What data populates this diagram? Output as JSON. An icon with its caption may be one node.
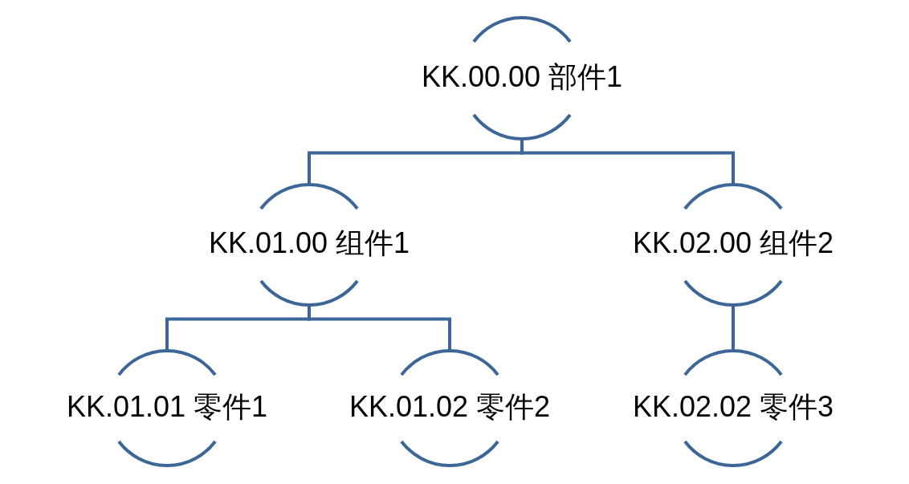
{
  "diagram": {
    "nodes": [
      {
        "text": [
          "KK.00.00 部件1"
        ]
      },
      {
        "text": [
          "KK.01.00 组件1"
        ]
      },
      {
        "text": [
          "KK.02.00 组件2"
        ]
      },
      {
        "text": [
          "KK.01.01 零件1"
        ]
      },
      {
        "text": [
          "KK.01.02 零件2"
        ]
      },
      {
        "text": [
          "KK.02.02 零件3"
        ]
      }
    ],
    "edges": [
      {
        "from": 0,
        "to": 1,
        "arrow": "none"
      },
      {
        "from": 0,
        "to": 2,
        "arrow": "none"
      },
      {
        "from": 1,
        "to": 3,
        "arrow": "none"
      },
      {
        "from": 1,
        "to": 4,
        "arrow": "none"
      },
      {
        "from": 2,
        "to": 5,
        "arrow": "none"
      }
    ]
  }
}
